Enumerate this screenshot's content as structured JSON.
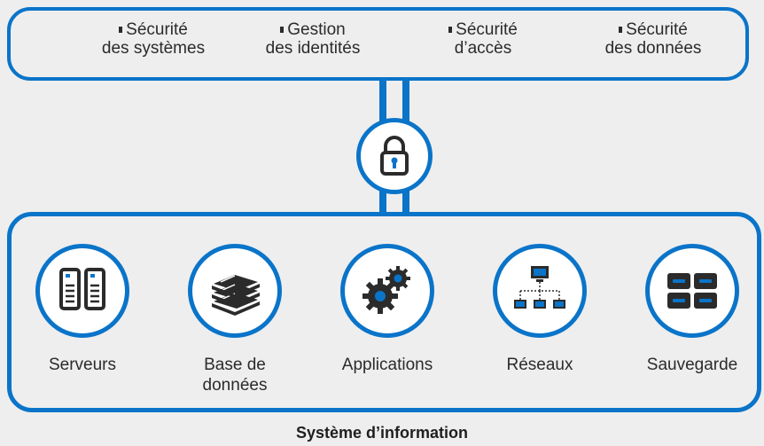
{
  "top_panel": {
    "items": [
      {
        "line1": "Sécurité",
        "line2": "des systèmes"
      },
      {
        "line1": "Gestion",
        "line2": "des identités"
      },
      {
        "line1": "Sécurité",
        "line2": "d’accès"
      },
      {
        "line1": "Sécurité",
        "line2": "des données"
      }
    ]
  },
  "center": {
    "icon": "padlock-icon"
  },
  "components": [
    {
      "label": "Serveurs",
      "label2": "",
      "icon": "servers-icon"
    },
    {
      "label": "Base de",
      "label2": "données",
      "icon": "books-icon"
    },
    {
      "label": "Applications",
      "label2": "",
      "icon": "gears-icon"
    },
    {
      "label": "Réseaux",
      "label2": "",
      "icon": "network-icon"
    },
    {
      "label": "Sauvegarde",
      "label2": "",
      "icon": "storage-drives-icon"
    }
  ],
  "caption": "Système d’information",
  "colors": {
    "accent": "#0a74c9",
    "dark": "#2b2b2b",
    "background": "#eeeeee"
  }
}
